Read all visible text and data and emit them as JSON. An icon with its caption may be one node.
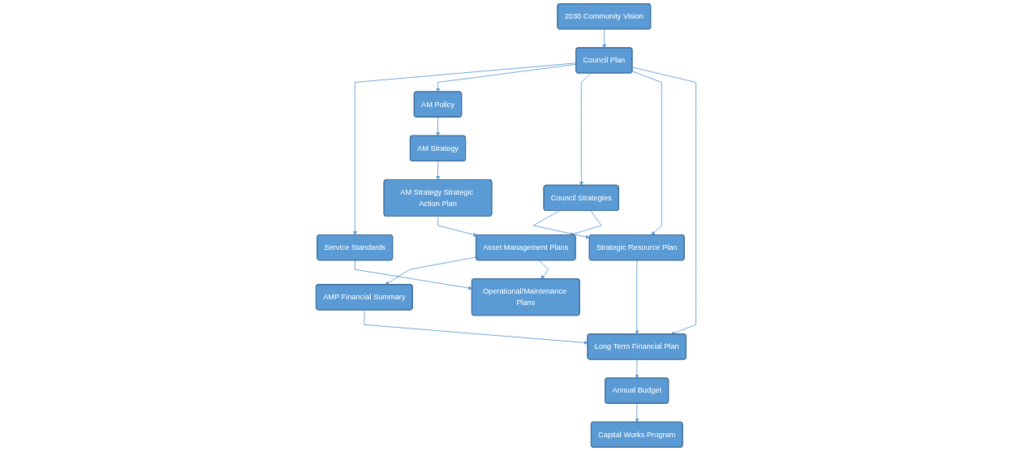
{
  "diagram": {
    "nodes": [
      {
        "text": [
          "2030 Community Vision"
        ]
      },
      {
        "text": [
          "Council Plan"
        ]
      },
      {
        "text": [
          "Service Standards"
        ]
      },
      {
        "text": [
          "AM Policy"
        ]
      },
      {
        "text": [
          "Council Strategies"
        ]
      },
      {
        "text": [
          "Strategic Resource Plan"
        ]
      },
      {
        "text": [
          "Long Term Financial Plan"
        ]
      },
      {
        "text": [
          "Annual Budget"
        ]
      },
      {
        "text": [
          "AM Strategy"
        ]
      },
      {
        "text": [
          "Capital Works Program"
        ]
      },
      {
        "text": [
          "AM Strategy Strategic Action Plan"
        ]
      },
      {
        "text": [
          "Asset Management Plans"
        ]
      },
      {
        "text": [
          "AMP Financial Summary"
        ]
      },
      {
        "text": [
          "Operational/Maintenance Plans"
        ]
      }
    ],
    "edges": [
      {
        "from": 0,
        "to": 1,
        "arrow": "to"
      },
      {
        "from": 1,
        "to": 2,
        "arrow": "to"
      },
      {
        "from": 1,
        "to": 3,
        "arrow": "to"
      },
      {
        "from": 1,
        "to": 4,
        "arrow": "to"
      },
      {
        "from": 1,
        "to": 5,
        "arrow": "to"
      },
      {
        "from": 1,
        "to": 6,
        "arrow": "to"
      },
      {
        "from": 4,
        "to": 5,
        "arrow": "to"
      },
      {
        "from": 5,
        "to": 6,
        "arrow": "to"
      },
      {
        "from": 6,
        "to": 7,
        "arrow": "to"
      },
      {
        "from": 3,
        "to": 8,
        "arrow": "to"
      },
      {
        "from": 7,
        "to": 9,
        "arrow": "to"
      },
      {
        "from": 8,
        "to": 10,
        "arrow": "to"
      },
      {
        "from": 4,
        "to": 11,
        "arrow": "to"
      },
      {
        "from": 10,
        "to": 11,
        "arrow": "to"
      },
      {
        "from": 11,
        "to": 12,
        "arrow": "to"
      },
      {
        "from": 12,
        "to": 6,
        "arrow": "to"
      },
      {
        "from": 11,
        "to": 13,
        "arrow": "to"
      },
      {
        "from": 2,
        "to": 13,
        "arrow": "to"
      }
    ]
  }
}
